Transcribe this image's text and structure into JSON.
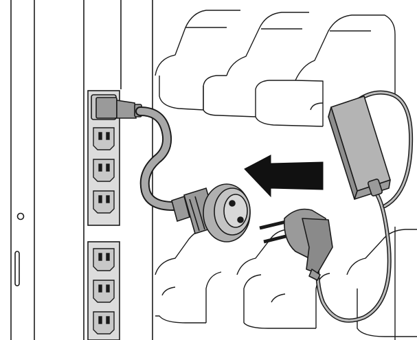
{
  "figure": {
    "palette": {
      "line": "#1a1a1a",
      "cable_fill": "#a8a8a8",
      "plug_fill": "#9a9a9a",
      "adapter_fill": "#b4b4b4",
      "pdu_fill": "#dcdcdc",
      "outlet_fill": "#c8c8c8",
      "arrow_fill": "#111111",
      "background": "#ffffff"
    },
    "parts": [
      "rack-frame",
      "pdu-strip",
      "pdu-outlets",
      "iec-connector",
      "extension-cable",
      "cable-socket",
      "insertion-arrow",
      "schuko-plug",
      "power-adapter",
      "adapter-cord",
      "shelf-brackets"
    ],
    "arrow_direction": "left"
  }
}
